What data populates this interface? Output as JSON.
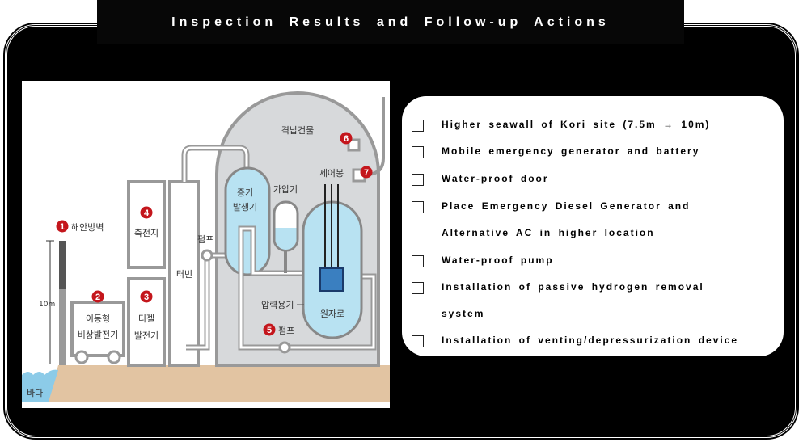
{
  "title": "Inspection Results and Follow-up Actions",
  "diagram": {
    "sea": "바다",
    "height_label": "10m",
    "seawall": {
      "num": "1",
      "label": "해안방벽"
    },
    "mobile_generator": {
      "num": "2",
      "line1": "이동형",
      "line2": "비상발전기"
    },
    "diesel_generator": {
      "num": "3",
      "line1": "디젤",
      "line2": "발전기"
    },
    "battery": {
      "num": "4",
      "label": "축전지"
    },
    "turbine": "터빈",
    "pump_secondary": "펌프",
    "containment": "격납건물",
    "steam_generator": {
      "line1": "증기",
      "line2": "발생기"
    },
    "pressurizer": "가압기",
    "control_rods": "제어봉",
    "reactor": "원자로",
    "pressure_vessel": "압력용기",
    "pump_primary": {
      "num": "5",
      "label": "펌프"
    },
    "item6": "6",
    "item7": "7",
    "colors": {
      "badge": "#c4161c",
      "water": "#b8e2f2",
      "ground": "#e2c4a2",
      "building": "#d7d9db"
    }
  },
  "checklist": [
    {
      "lines": [
        "Higher seawall of Kori site (7.5m → 10m)"
      ],
      "checked": false
    },
    {
      "lines": [
        "Mobile emergency generator and battery"
      ],
      "checked": false
    },
    {
      "lines": [
        "Water-proof door"
      ],
      "checked": false
    },
    {
      "lines": [
        "Place Emergency Diesel Generator and",
        "Alternative AC in higher location"
      ],
      "checked": false
    },
    {
      "lines": [
        "Water-proof pump"
      ],
      "checked": false
    },
    {
      "lines": [
        "Installation of passive hydrogen removal",
        "system"
      ],
      "checked": false
    },
    {
      "lines": [
        "Installation of venting/depressurization device"
      ],
      "checked": false
    }
  ]
}
